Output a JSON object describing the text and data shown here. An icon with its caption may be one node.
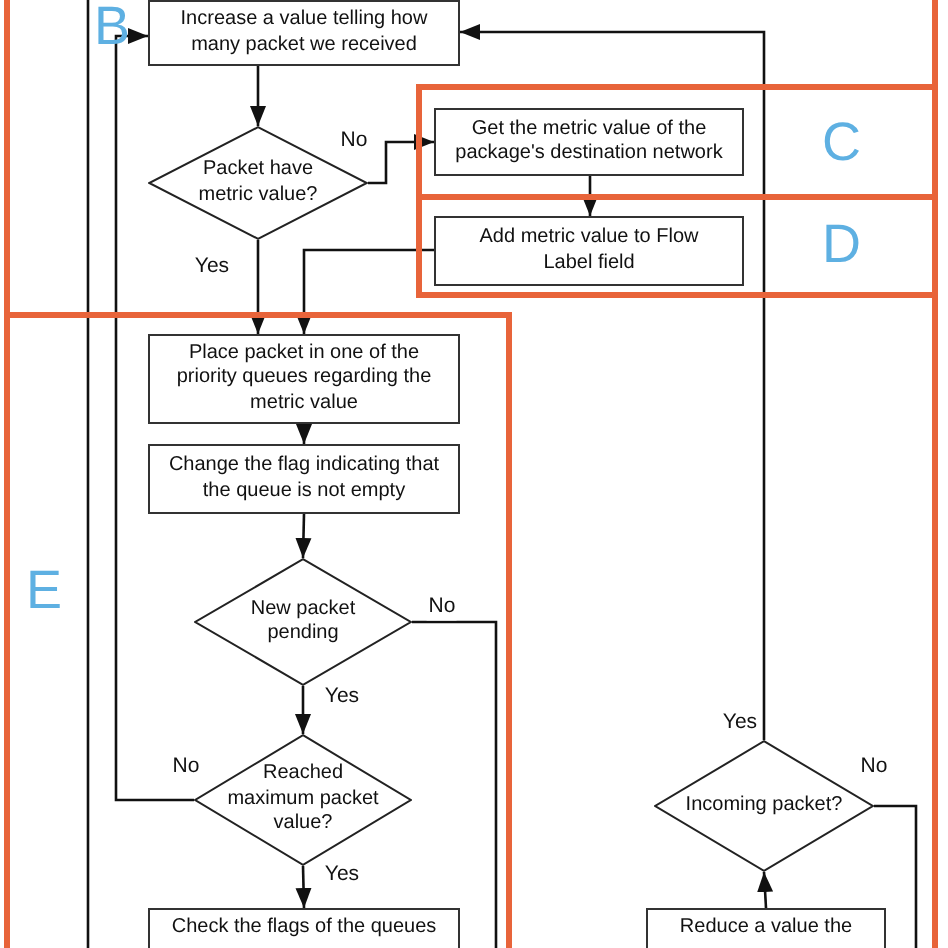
{
  "diagram": {
    "nodes": [
      {
        "text": [
          "B"
        ]
      },
      {
        "text": [
          "Increase a value telling how many packet we received"
        ],
        "in": 0
      },
      {
        "text": [
          "Packet have metric value?"
        ],
        "in": 0
      },
      {
        "text": [
          "C"
        ],
        "in": 0
      },
      {
        "text": [
          "Get the metric value of the package's destination network"
        ],
        "in": 3
      },
      {
        "text": [
          "D"
        ],
        "in": 0
      },
      {
        "text": [
          "Add metric value to Flow Label field"
        ],
        "in": 5
      },
      {
        "text": [
          "E"
        ],
        "in": 0
      },
      {
        "text": [
          "Place packet in one of the priority queues regarding the metric value"
        ],
        "in": 7
      },
      {
        "text": [
          "Change the flag indicating that the queue is not empty"
        ],
        "in": 7
      },
      {
        "text": [
          "New packet pending"
        ],
        "in": 7
      },
      {
        "text": [
          "Reached maximum packet value?"
        ],
        "in": 7
      },
      {
        "text": [
          "Incoming packet?"
        ],
        "in": 0
      },
      {
        "text": [
          "Check the flags of the queues"
        ],
        "in": 7
      },
      {
        "text": [
          "Reduce a value the"
        ],
        "in": 0
      }
    ],
    "edges": [
      {
        "from": 1,
        "to": 2,
        "arrow": "to"
      },
      {
        "from": 2,
        "to": 4,
        "arrow": "to",
        "label": "No"
      },
      {
        "from": 4,
        "to": 6,
        "arrow": "to"
      },
      {
        "from": 2,
        "to": 8,
        "arrow": "to",
        "label": "Yes"
      },
      {
        "from": 6,
        "to": 8,
        "arrow": "to"
      },
      {
        "from": 8,
        "to": 9,
        "arrow": "to"
      },
      {
        "from": 9,
        "to": 10,
        "arrow": "to"
      },
      {
        "from": 10,
        "to": null,
        "arrow": "none",
        "label": "No"
      },
      {
        "from": 10,
        "to": 11,
        "arrow": "to",
        "label": "Yes"
      },
      {
        "from": 11,
        "to": 1,
        "arrow": "to",
        "label": "No"
      },
      {
        "from": 11,
        "to": 13,
        "arrow": "to",
        "label": "Yes"
      },
      {
        "from": 12,
        "to": 1,
        "arrow": "to",
        "label": "Yes"
      },
      {
        "from": 12,
        "to": null,
        "arrow": "none",
        "label": "No"
      },
      {
        "from": 14,
        "to": 12,
        "arrow": "to"
      }
    ]
  }
}
